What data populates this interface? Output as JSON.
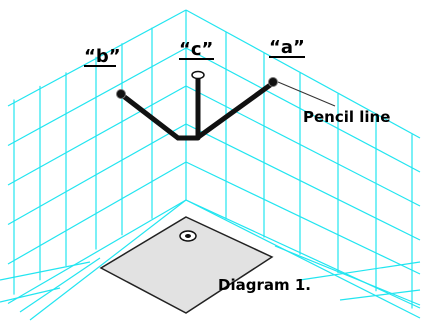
{
  "labels": {
    "a": "“a”",
    "b": "“b”",
    "c": "“c”",
    "pencil_line": "Pencil line",
    "caption": "Diagram 1."
  },
  "colors": {
    "grid": "#22e5f0",
    "pipe": "#111111",
    "tray_fill": "#e2e2e2",
    "tray_stroke": "#222222"
  }
}
